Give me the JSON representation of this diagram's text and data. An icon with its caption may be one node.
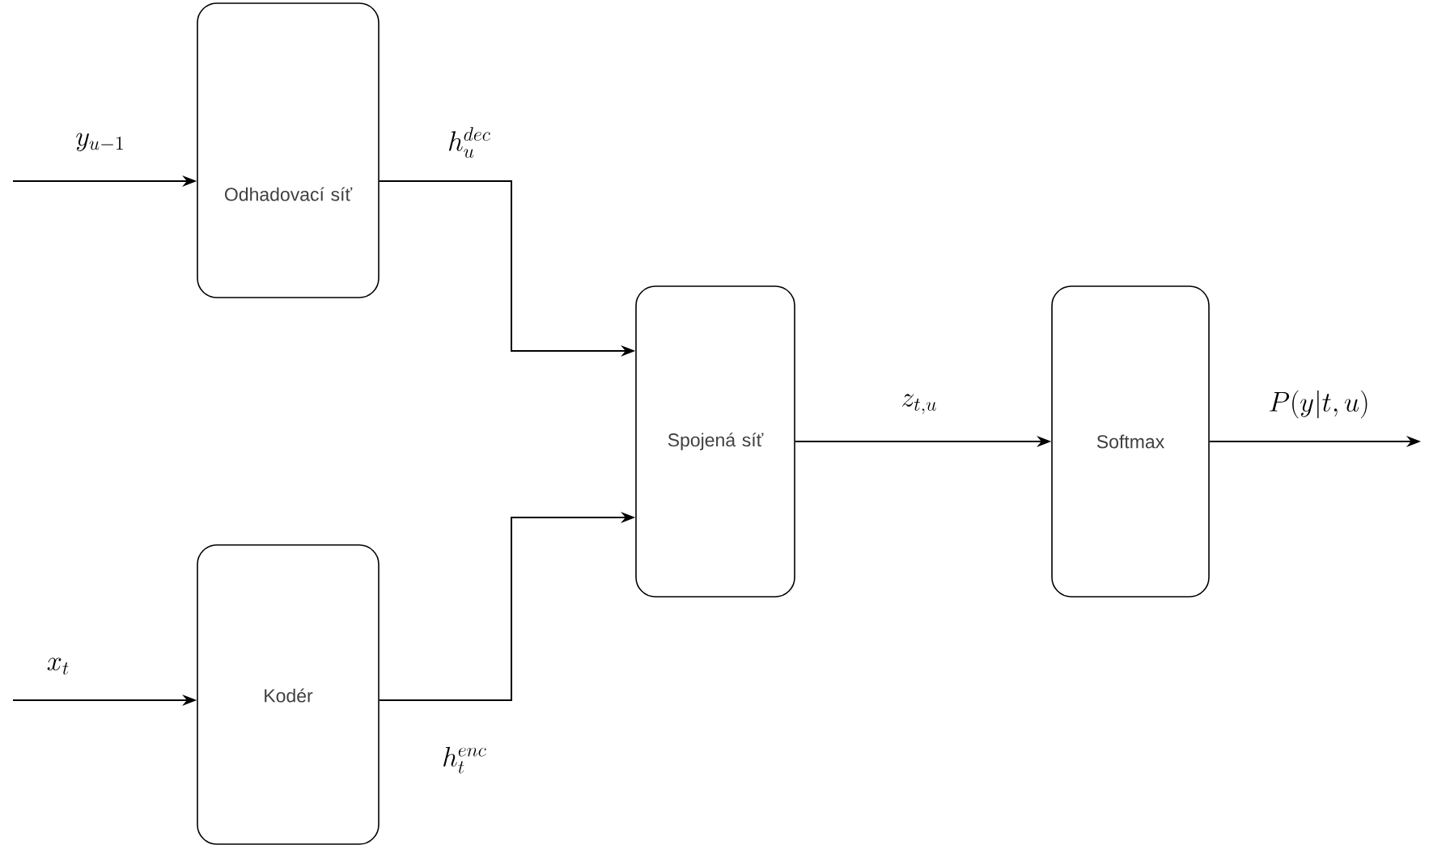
{
  "diagram": {
    "nodes": [
      {
        "text": [
          "Odhadovací síť"
        ]
      },
      {
        "text": [
          "Kodér"
        ]
      },
      {
        "text": [
          "Spojená síť"
        ]
      },
      {
        "text": [
          "Softmax"
        ]
      }
    ],
    "edges": [
      {
        "from": null,
        "to": 0,
        "arrow": "to",
        "label": "y_{u-1}"
      },
      {
        "from": null,
        "to": 1,
        "arrow": "to",
        "label": "x_t"
      },
      {
        "from": 0,
        "to": 2,
        "arrow": "to",
        "label": "h_u^{dec}"
      },
      {
        "from": 1,
        "to": 2,
        "arrow": "to",
        "label": "h_t^{enc}"
      },
      {
        "from": 2,
        "to": 3,
        "arrow": "to",
        "label": "z_{t,u}"
      },
      {
        "from": 3,
        "to": null,
        "arrow": "to",
        "label": "P(y|t,u)"
      }
    ]
  }
}
